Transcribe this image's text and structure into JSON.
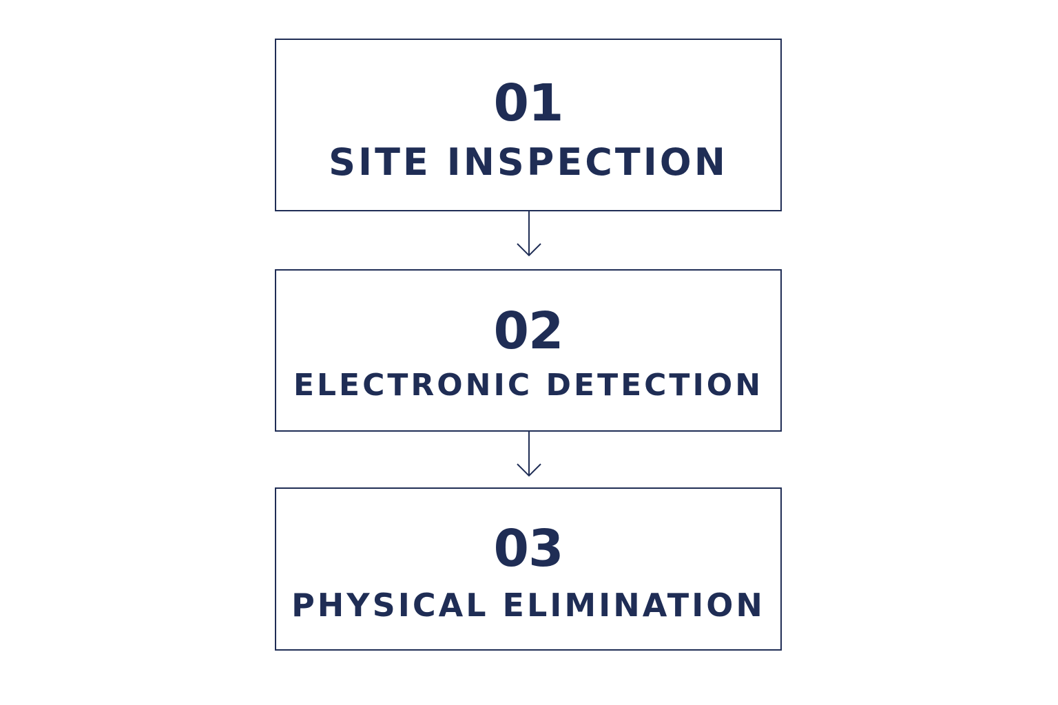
{
  "diagram": {
    "steps": [
      {
        "number": "01",
        "title": "SITE INSPECTION"
      },
      {
        "number": "02",
        "title": "ELECTRONIC DETECTION"
      },
      {
        "number": "03",
        "title": "PHYSICAL ELIMINATION"
      }
    ],
    "colors": {
      "primary": "#1f2d55",
      "background": "#ffffff"
    }
  }
}
